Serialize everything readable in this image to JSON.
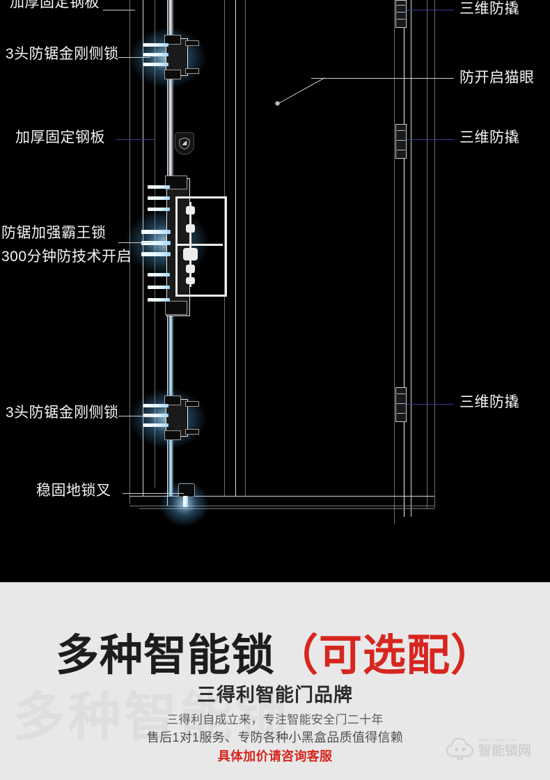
{
  "diagram": {
    "background_color": "#000000",
    "leader_color_blue": "#3b3f8f",
    "leader_color_white": "#cfcfcf",
    "labels_left": [
      {
        "id": "top-steel-plate",
        "text": "加厚固定钢板"
      },
      {
        "id": "side-lock-top",
        "text": "3头防锯金刚侧锁"
      },
      {
        "id": "steel-plate",
        "text": "加厚固定钢板"
      },
      {
        "id": "main-lock-line1",
        "text": "防锯加强霸王锁"
      },
      {
        "id": "main-lock-line2",
        "text": "300分钟防技术开启"
      },
      {
        "id": "side-lock-bottom",
        "text": "3头防锯金刚侧锁"
      },
      {
        "id": "floor-lock",
        "text": "稳固地锁叉"
      }
    ],
    "labels_right": [
      {
        "id": "anti-pry-top",
        "text": "三维防撬"
      },
      {
        "id": "peephole",
        "text": "防开启猫眼"
      },
      {
        "id": "anti-pry-middle",
        "text": "三维防撬"
      },
      {
        "id": "anti-pry-bottom",
        "text": "三维防撬"
      }
    ]
  },
  "banner": {
    "background_color": "#e8e8e8",
    "ghost_text": "多种智能锁",
    "headline_black": "多种智能锁",
    "headline_red": "（可选配）",
    "headline_red_color": "#d7251f",
    "subhead": "三得利智能门品牌",
    "blurb_line1": "三得利自成立来，专注智能安全门二十年",
    "blurb_line2": "售后1对1服务、专防各种小黑盒品质值得信赖",
    "blurb_line3": "具体加价请咨询客服",
    "watermark": {
      "en": "www.znsuo.com",
      "cn": "智能锁网"
    }
  }
}
